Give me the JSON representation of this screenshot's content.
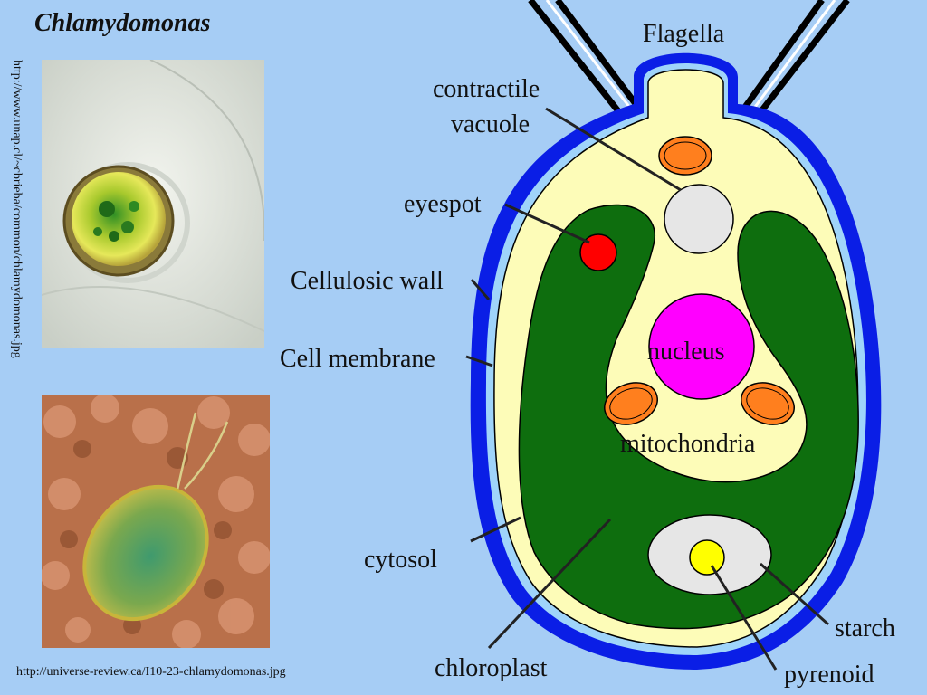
{
  "title": "Chlamydomonas",
  "photo_credits": {
    "vertical_url": "http://www.unap.cl/~cbrieba/common/chlamydomonas.jpg",
    "bottom_url": "http://universe-review.ca/I10-23-chlamydomonas.jpg"
  },
  "labels": {
    "flagella": "Flagella",
    "contractile_line1": "contractile",
    "contractile_line2": "vacuole",
    "eyespot": "eyespot",
    "cellulosic_wall": "Cellulosic wall",
    "cell_membrane": "Cell membrane",
    "nucleus": "nucleus",
    "mitochondria": "mitochondria",
    "cytosol": "cytosol",
    "chloroplast": "chloroplast",
    "starch": "starch",
    "pyrenoid": "pyrenoid"
  },
  "colors": {
    "background": "#a6cdf5",
    "cell_wall": "#0a1ee6",
    "cytosol": "#fdfcb8",
    "chloroplast": "#0e6e0e",
    "nucleus": "#ff00ff",
    "eyespot": "#ff0000",
    "mitochondria": "#ff7f1e",
    "vacuole": "#e6e6e6",
    "pyrenoid": "#ffff00"
  }
}
